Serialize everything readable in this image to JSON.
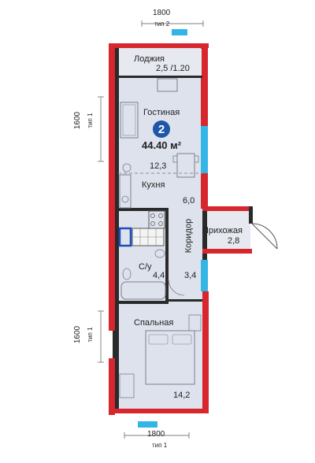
{
  "apartment": {
    "rooms_badge": "2",
    "total_area": "44.40 м²"
  },
  "rooms": {
    "loggia": {
      "name": "Лоджия",
      "area": "2,5 /1.20"
    },
    "living": {
      "name": "Гостиная",
      "area": "12,3"
    },
    "kitchen": {
      "name": "Кухня",
      "area": "6,0"
    },
    "hall": {
      "name": "Прихожая",
      "area": "2,8"
    },
    "corridor": {
      "name": "Коридор",
      "area": "3,4"
    },
    "bathroom": {
      "name": "С/у",
      "area": "4,4"
    },
    "bedroom": {
      "name": "Спальная",
      "area": "14,2"
    }
  },
  "dimensions": {
    "top_window": {
      "size": "1800",
      "type": "тип 2"
    },
    "bottom_window": {
      "size": "1800",
      "type": "тип 1"
    },
    "left_upper": {
      "size": "1600",
      "type": "тип 1"
    },
    "left_lower": {
      "size": "1600",
      "type": "тип 1"
    }
  },
  "colors": {
    "exterior_wall": "#d7262d",
    "window": "#33b6e6",
    "floor": "#dde2ec",
    "badge": "#1e56a8",
    "accent_blue": "#1f4bbf"
  }
}
